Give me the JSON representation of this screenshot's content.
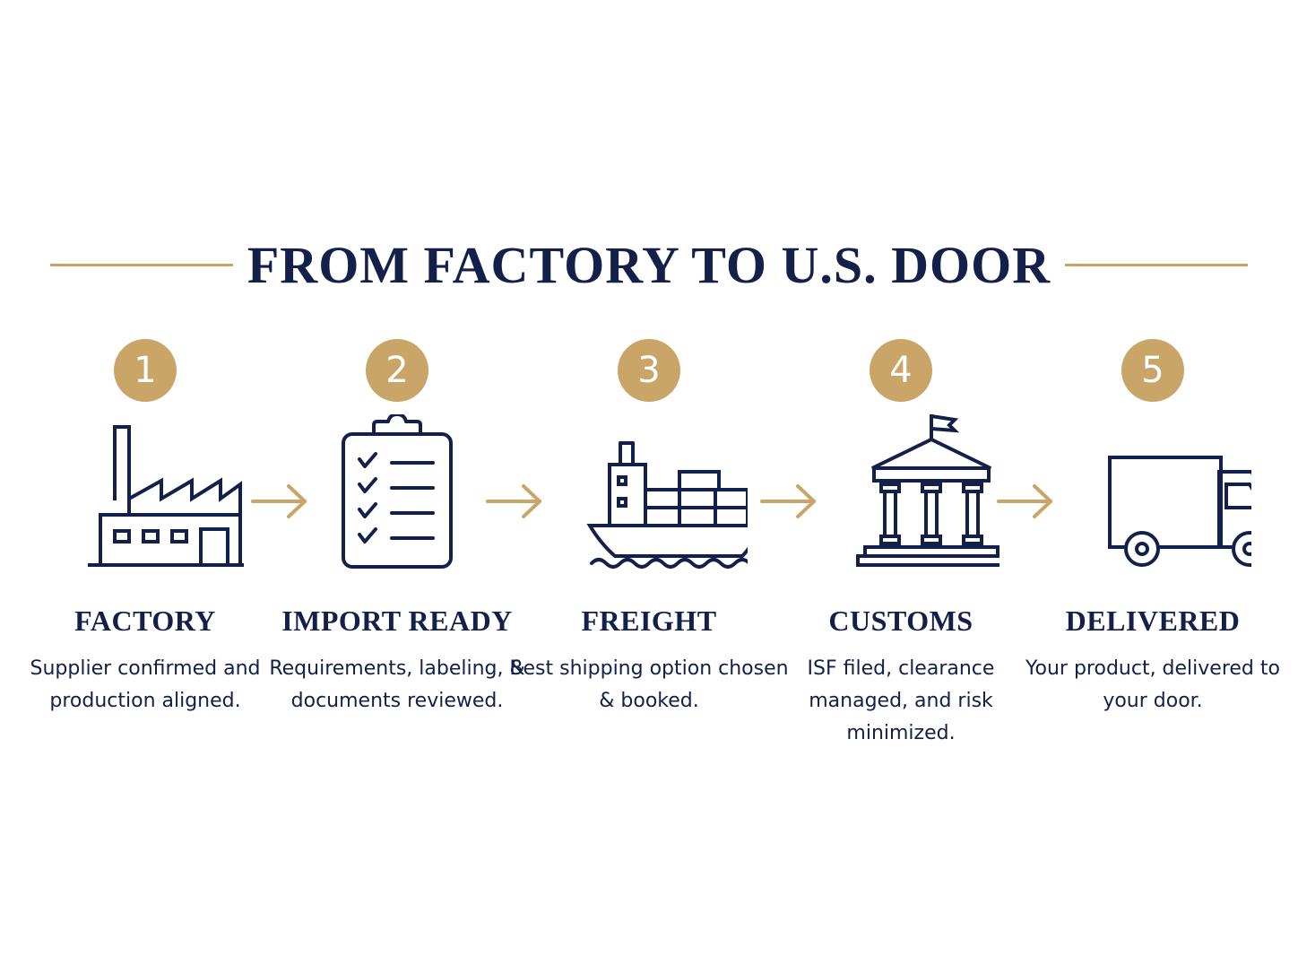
{
  "title": "FROM FACTORY TO U.S. DOOR",
  "colors": {
    "navy": "#12204a",
    "gold": "#c9a567",
    "background": "#ffffff"
  },
  "steps": [
    {
      "number": "1",
      "icon": "factory-icon",
      "title": "FACTORY",
      "description": "Supplier confirmed and production aligned."
    },
    {
      "number": "2",
      "icon": "clipboard-checklist-icon",
      "title": "IMPORT READY",
      "description": "Requirements, labeling, & documents reviewed."
    },
    {
      "number": "3",
      "icon": "cargo-ship-icon",
      "title": "FREIGHT",
      "description": "Best shipping option chosen & booked."
    },
    {
      "number": "4",
      "icon": "customs-building-icon",
      "title": "CUSTOMS",
      "description": "ISF filed, clearance managed, and risk minimized."
    },
    {
      "number": "5",
      "icon": "delivery-truck-icon",
      "title": "DELIVERED",
      "description": "Your product, delivered to your door."
    }
  ]
}
